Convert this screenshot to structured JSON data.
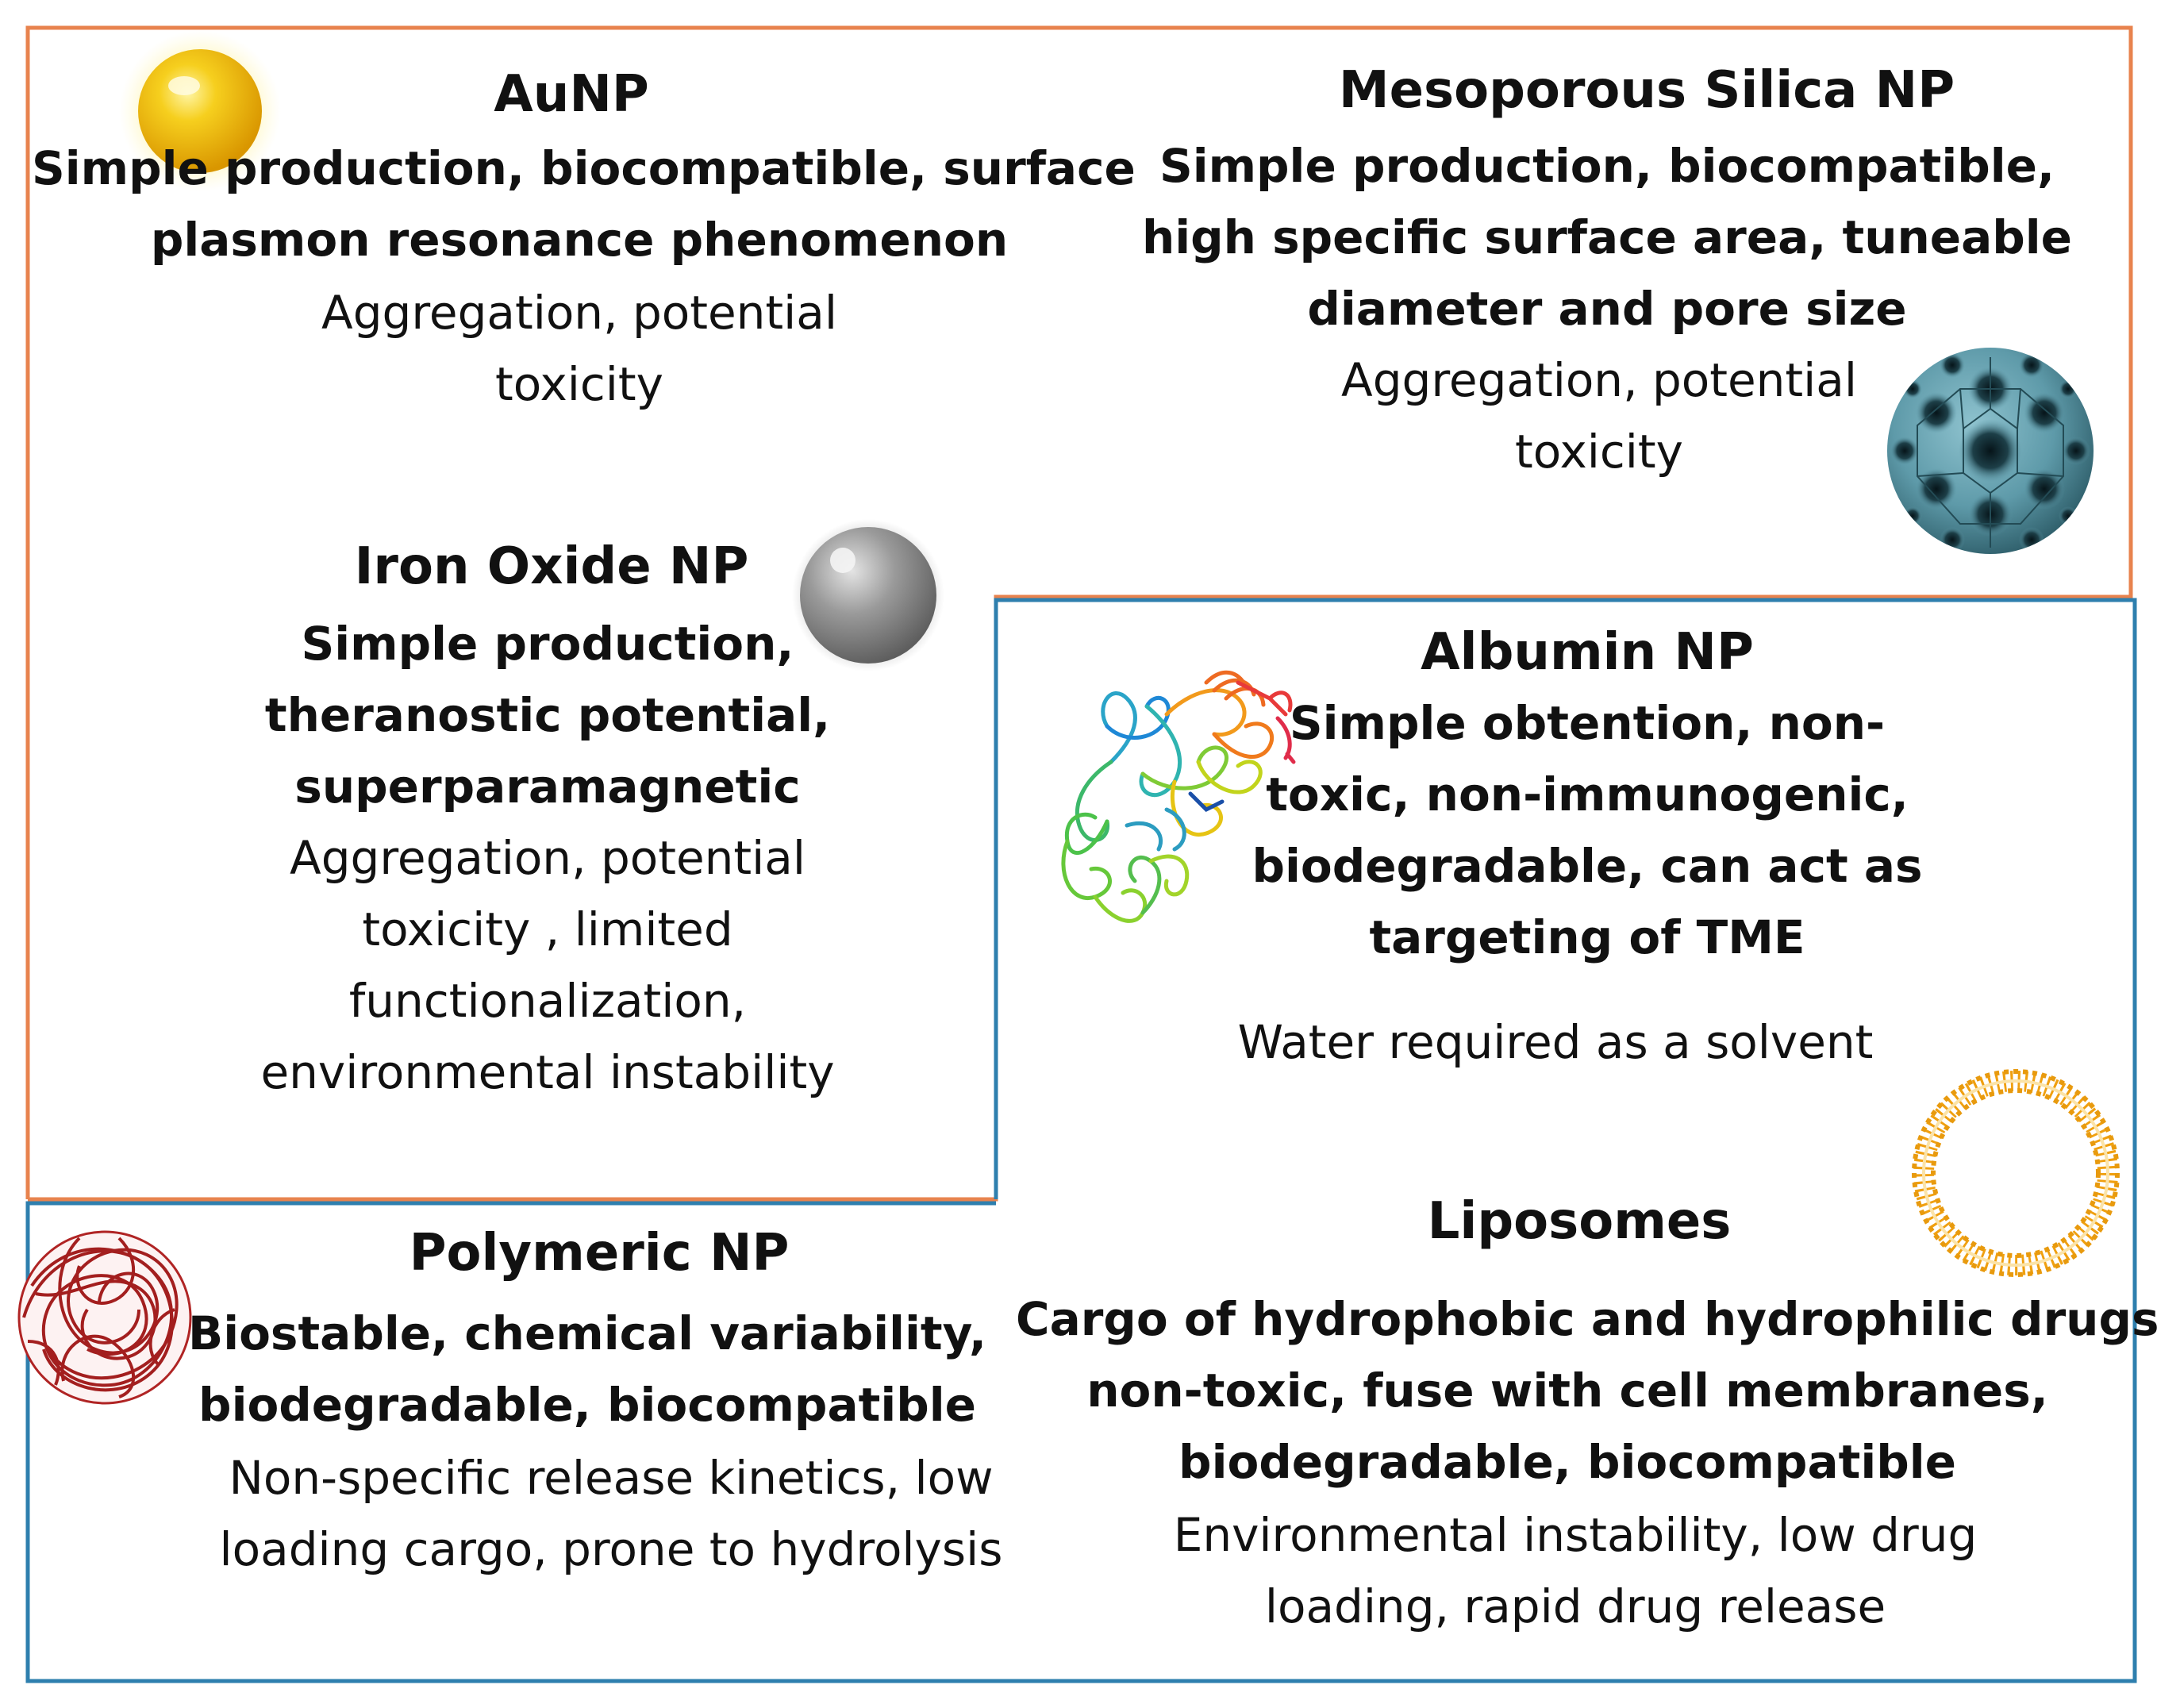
{
  "colors": {
    "top_border": "#E8834E",
    "bottom_border": "#2E7FAE"
  },
  "sections": {
    "aunp": {
      "title": "AuNP",
      "advantages": [
        "Simple production, biocompatible, surface",
        "plasmon resonance phenomenon"
      ],
      "disadvantages": [
        "Aggregation, potential",
        "toxicity"
      ],
      "icon": "gold-sphere-icon"
    },
    "silica": {
      "title": "Mesoporous Silica NP",
      "advantages": [
        "Simple production, biocompatible,",
        "high specific surface area, tuneable",
        "diameter and pore size"
      ],
      "disadvantages": [
        "Aggregation, potential",
        "toxicity"
      ],
      "icon": "porous-sphere-icon"
    },
    "iron": {
      "title": "Iron Oxide NP",
      "advantages": [
        "Simple production,",
        "theranostic potential,",
        "superparamagnetic"
      ],
      "disadvantages": [
        "Aggregation, potential",
        "toxicity , limited",
        "functionalization,",
        "environmental instability"
      ],
      "icon": "gray-sphere-icon"
    },
    "albumin": {
      "title": "Albumin NP",
      "advantages": [
        "Simple obtention, non-",
        "toxic, non-immunogenic,",
        "biodegradable, can act as",
        "targeting of TME"
      ],
      "disadvantages": [
        "Water required as a solvent"
      ],
      "icon": "protein-ribbon-icon"
    },
    "polymeric": {
      "title": "Polymeric NP",
      "advantages": [
        "Biostable, chemical variability,",
        "biodegradable, biocompatible"
      ],
      "disadvantages": [
        "Non-specific release kinetics, low",
        "loading cargo, prone to hydrolysis"
      ],
      "icon": "polymer-coil-icon"
    },
    "liposomes": {
      "title": "Liposomes",
      "advantages": [
        "Cargo of hydrophobic and hydrophilic drugs,",
        "non-toxic, fuse with cell membranes,",
        "biodegradable, biocompatible"
      ],
      "disadvantages": [
        "Environmental instability, low drug",
        "loading, rapid drug release"
      ],
      "icon": "liposome-bilayer-icon"
    }
  }
}
